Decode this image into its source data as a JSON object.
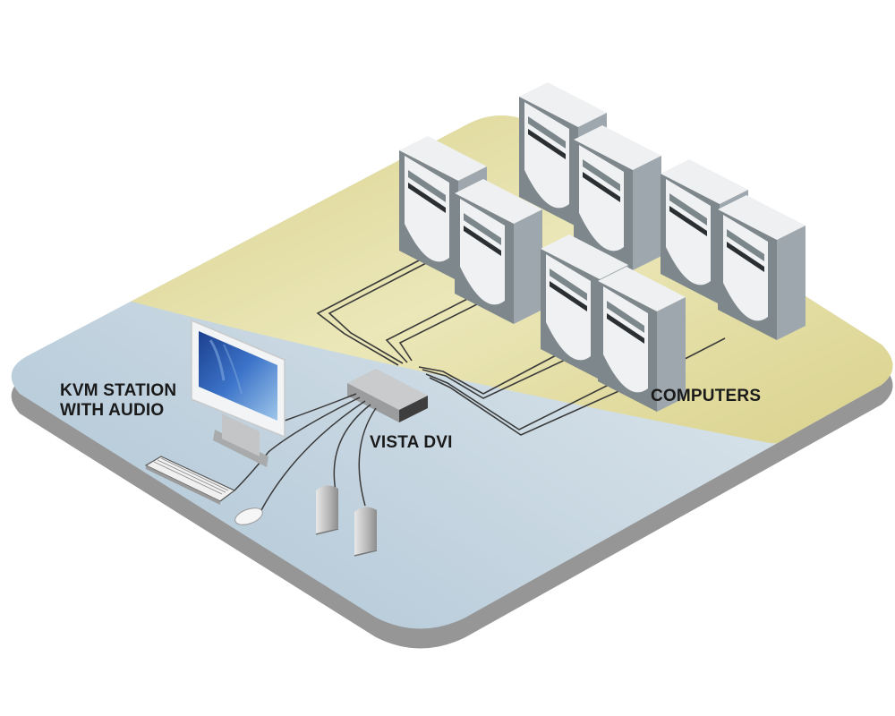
{
  "title": "Vista DVI KVM switch connection diagram",
  "labels": {
    "kvm_station_line1": "KVM STATION",
    "kvm_station_line2": "WITH AUDIO",
    "switch": "VISTA DVI",
    "computers": "COMPUTERS"
  },
  "components": {
    "kvm_station": [
      "monitor",
      "keyboard",
      "mouse",
      "left speaker",
      "right speaker"
    ],
    "switch": "VISTA DVI",
    "computer_count": 8
  },
  "colors": {
    "platform_station_zone": "#b9ccd9",
    "platform_computer_zone": "#e3dfa6",
    "platform_edge": "#969696",
    "tower_front": "#f0f1f2",
    "tower_side": "#9ea7ad",
    "cable": "#3a3a3a",
    "label_text": "#1a1a1a"
  }
}
